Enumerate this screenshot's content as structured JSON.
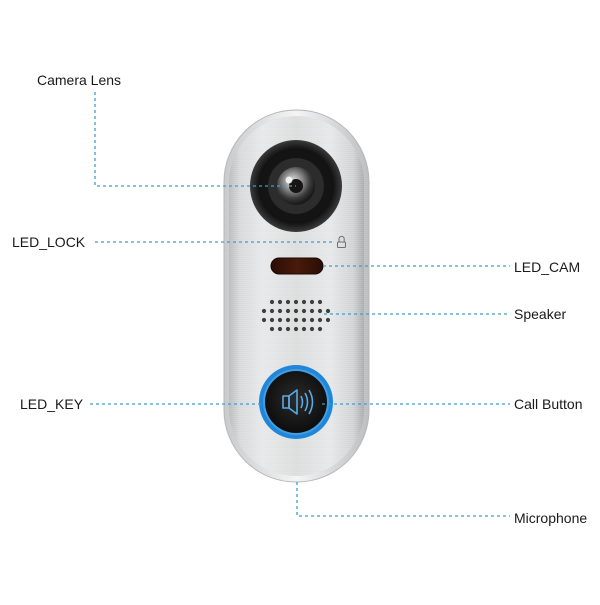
{
  "labels": {
    "camera_lens": "Camera Lens",
    "led_lock": "LED_LOCK",
    "led_cam": "LED_CAM",
    "speaker": "Speaker",
    "led_key": "LED_KEY",
    "call_button": "Call Button",
    "microphone": "Microphone"
  },
  "colors": {
    "leader_line": "#3a9fd1",
    "call_button_ring": "#1f86d9",
    "panel_metal": "#d9dadb",
    "lens_housing": "#1a1a1a"
  },
  "icons": {
    "lock": "lock-icon",
    "call": "speaker-sound-icon"
  }
}
